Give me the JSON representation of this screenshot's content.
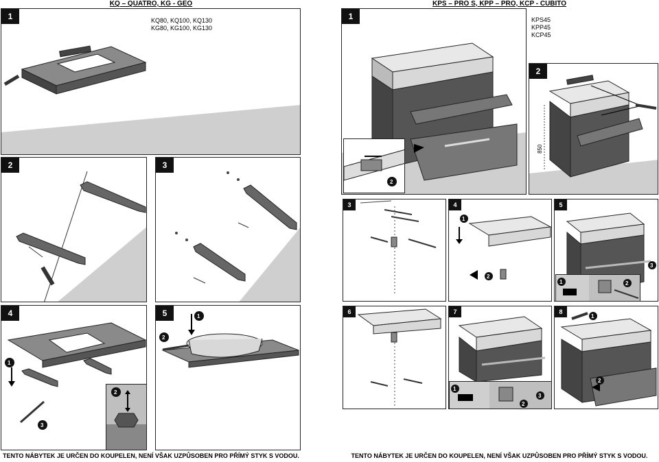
{
  "left_header": "KQ – QUATRO, KG - GEO",
  "right_header": "KPS – PRO S, KPP – PRO, KCP - CUBITO",
  "left_models": [
    "KQ80, KQ100, KQ130",
    "KG80, KG100, KG130"
  ],
  "right_models": [
    "KPS45",
    "KPP45",
    "KCP45"
  ],
  "dimension_label": "850",
  "step_numbers": {
    "l1": "1",
    "l2": "2",
    "l3": "3",
    "l4": "4",
    "l5": "5",
    "r1": "1",
    "r2": "2",
    "r3": "3",
    "r4": "4",
    "r5": "5",
    "r6": "6",
    "r7": "7",
    "r8": "8"
  },
  "callouts": [
    "1",
    "2",
    "3"
  ],
  "footer_left": "TENTO NÁBYTEK JE URČEN DO KOUPELEN, NENÍ VŠAK UZPŮSOBEN PRO PŘÍMÝ STYK S VODOU.",
  "footer_right": "TENTO NÁBYTEK JE URČEN DO KOUPELEN, NENÍ VŠAK UZPŮSOBEN PRO PŘÍMÝ STYK S VODOU.",
  "colors": {
    "cabinet": "#555555",
    "floor": "#cfcfcf",
    "basin": "#e8e8e8",
    "outline": "#222222"
  }
}
